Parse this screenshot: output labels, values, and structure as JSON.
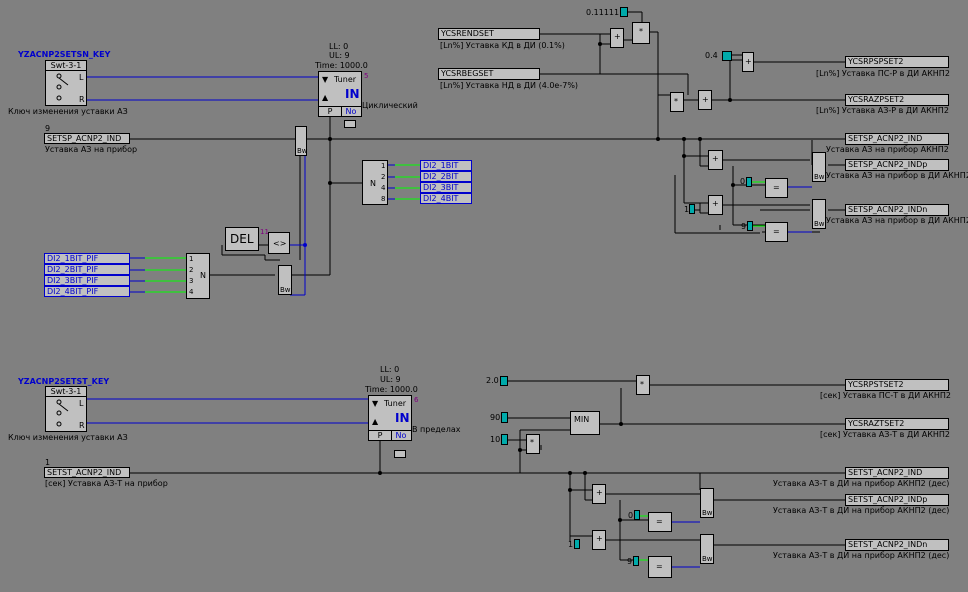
{
  "top": {
    "key_tag": "YZACNP2SETSN_KEY",
    "switch_type": "Swt-3-1",
    "key_caption": "Ключ изменения уставки АЗ",
    "switch_pins": [
      "L",
      "R"
    ],
    "tuner_ll": "LL: 0",
    "tuner_ul": "UL: 9",
    "tuner_time": "Time: 1000.0",
    "tuner_title": "Tuner",
    "tuner_in": "IN",
    "tuner_p": "P",
    "tuner_no": "No",
    "tuner_num": "5",
    "tuner_mode": "Циклический",
    "in_value": "9",
    "in_tag": "SETSP_ACNP2_IND",
    "in_caption": "Уставка АЗ на прибор",
    "del_label": "DEL",
    "del_num": "11",
    "cmp_symbol": "<>",
    "n_label": "N",
    "n_label2": "N",
    "bw": "Bw",
    "pif_inputs": [
      "DI2_1BIT_PIF",
      "DI2_2BIT_PIF",
      "DI2_3BIT_PIF",
      "DI2_4BIT_PIF"
    ],
    "pif_pins": [
      "1",
      "2",
      "3",
      "4"
    ],
    "bit_outputs": [
      "DI2_1BIT",
      "DI2_2BIT",
      "DI2_3BIT",
      "DI2_4BIT"
    ],
    "bit_pins": [
      "1",
      "2",
      "4",
      "8"
    ],
    "rend_tag": "YCSRENDSET",
    "rend_caption": "[Ln%] Уставка КД в ДИ (0.1%)",
    "beg_tag": "YCSRBEGSET",
    "beg_caption": "[Ln%] Уставка НД в ДИ (4.0e-7%)",
    "const_11111": "0.11111",
    "const_04": "0.4",
    "const_0": "0",
    "const_1": "1",
    "const_9": "9",
    "plus": "+",
    "mult": "*",
    "eq": "=",
    "outputs": [
      {
        "tag": "YCSRPSPSET2",
        "caption": "[Ln%] Уставка ПС-Р в ДИ АКНП2"
      },
      {
        "tag": "YCSRAZPSET2",
        "caption": "[Ln%] Уставка АЗ-Р в ДИ АКНП2"
      },
      {
        "tag": "SETSP_ACNP2_IND",
        "caption": "Уставка АЗ на прибор АКНП2"
      },
      {
        "tag": "SETSP_ACNP2_INDp",
        "caption": "Уставка АЗ на прибор в ДИ АКНП2"
      },
      {
        "tag": "SETSP_ACNP2_INDn",
        "caption": "Уставка АЗ на прибор в ДИ АКНП2"
      }
    ]
  },
  "bottom": {
    "key_tag": "YZACNP2SETST_KEY",
    "switch_type": "Swt-3-1",
    "key_caption": "Ключ изменения уставки АЗ",
    "switch_pins": [
      "L",
      "R"
    ],
    "tuner_ll": "LL: 0",
    "tuner_ul": "UL: 9",
    "tuner_time": "Time: 1000.0",
    "tuner_title": "Tuner",
    "tuner_in": "IN",
    "tuner_p": "P",
    "tuner_no": "No",
    "tuner_num": "6",
    "tuner_mode": "В пределах",
    "in_value": "1",
    "in_tag": "SETST_ACNP2_IND",
    "in_caption": "[сек] Уставка АЗ-Т на прибор",
    "const_20": "2.0",
    "const_90": "90",
    "const_10": "10",
    "const_0": "0",
    "const_1": "1",
    "const_9": "9",
    "min_label": "MIN",
    "plus": "+",
    "mult": "*",
    "eq": "=",
    "bw": "Bw",
    "outputs": [
      {
        "tag": "YCSRPSTSET2",
        "caption": "[сек] Уставка ПС-Т в ДИ АКНП2"
      },
      {
        "tag": "YCSRAZTSET2",
        "caption": "[сек] Уставка АЗ-Т в ДИ АКНП2"
      },
      {
        "tag": "SETST_ACNP2_IND",
        "caption": "Уставка АЗ-Т в ДИ на прибор АКНП2 (дес)"
      },
      {
        "tag": "SETST_ACNP2_INDp",
        "caption": "Уставка АЗ-Т в ДИ на прибор АКНП2 (дес)"
      },
      {
        "tag": "SETST_ACNP2_INDn",
        "caption": "Уставка АЗ-Т в ДИ на прибор АКНП2 (дес)"
      }
    ]
  }
}
